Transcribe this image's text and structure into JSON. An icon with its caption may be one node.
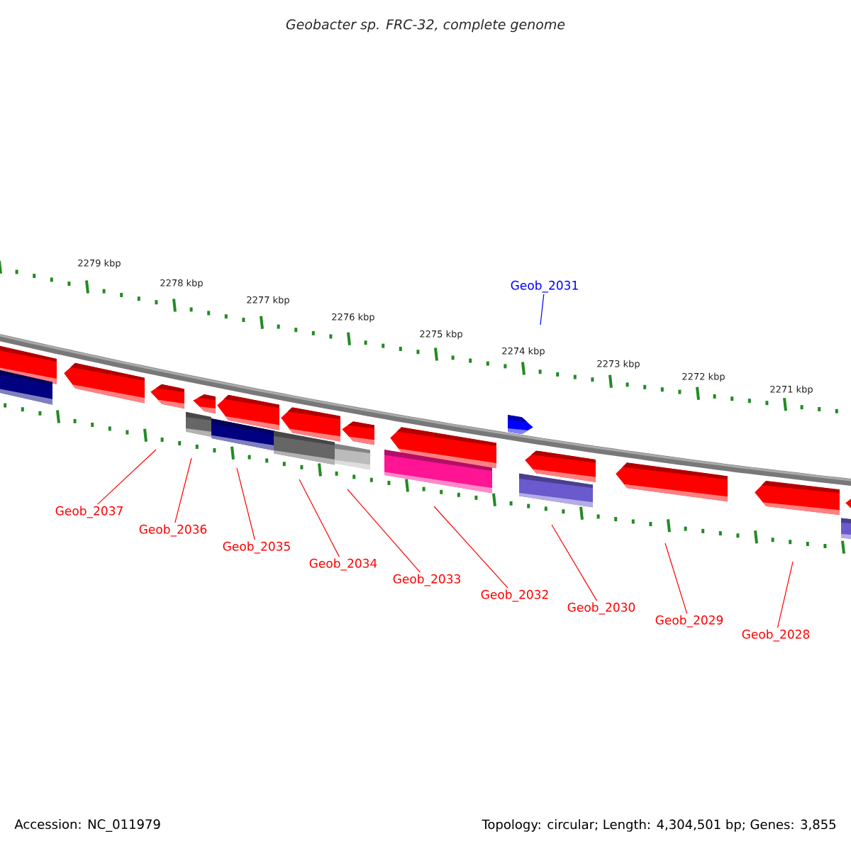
{
  "diagram": {
    "title": "Geobacter sp. FRC-32, complete genome",
    "nodes": [
      {
        "text": [
          "Geob_2031"
        ]
      },
      {
        "text": [
          "Geob_2037"
        ]
      },
      {
        "text": [
          "Geob_2036"
        ]
      },
      {
        "text": [
          "Geob_2035"
        ]
      },
      {
        "text": [
          "Geob_2034"
        ]
      },
      {
        "text": [
          "Geob_2033"
        ]
      },
      {
        "text": [
          "Geob_2032"
        ]
      },
      {
        "text": [
          "Geob_2030"
        ]
      },
      {
        "text": [
          "Geob_2029"
        ]
      },
      {
        "text": [
          "Geob_2028"
        ]
      }
    ],
    "edges": [
      {
        "from": 0,
        "to": null,
        "arrow": "none",
        "color": "#0000ff"
      },
      {
        "from": 1,
        "to": null,
        "arrow": "none"
      },
      {
        "from": 2,
        "to": null,
        "arrow": "none"
      },
      {
        "from": 3,
        "to": null,
        "arrow": "none"
      },
      {
        "from": 4,
        "to": null,
        "arrow": "none"
      },
      {
        "from": 5,
        "to": null,
        "arrow": "none"
      },
      {
        "from": 6,
        "to": null,
        "arrow": "none"
      },
      {
        "from": 7,
        "to": null,
        "arrow": "none"
      },
      {
        "from": 8,
        "to": null,
        "arrow": "none"
      },
      {
        "from": 9,
        "to": null,
        "arrow": "none"
      }
    ],
    "labels": [
      "2279 kbp",
      "2278 kbp",
      "2277 kbp",
      "2276 kbp",
      "2275 kbp",
      "2274 kbp",
      "2273 kbp",
      "2272 kbp",
      "2271 kbp",
      "Accession: NC_011979",
      "Topology: circular; Length: 4,304,501 bp; Genes: 3,855"
    ]
  }
}
